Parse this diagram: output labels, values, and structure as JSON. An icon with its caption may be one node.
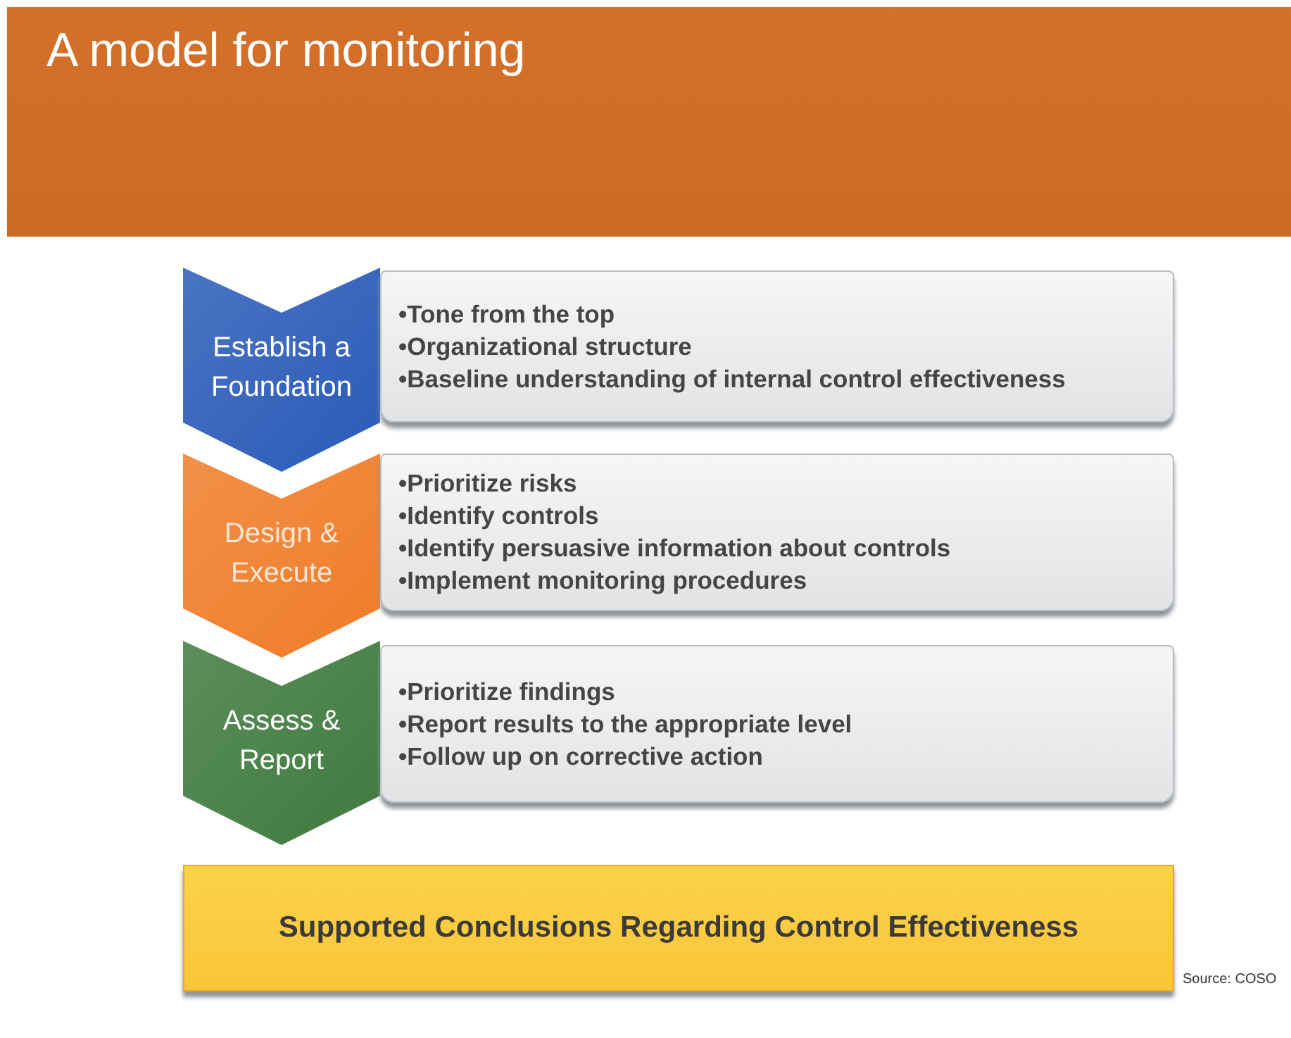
{
  "diagram": {
    "title": "A model for monitoring",
    "nodes": [
      {
        "text": [
          "Establish a Foundation"
        ]
      },
      {
        "text": [
          "•Tone from the top",
          "•Organizational structure",
          "•Baseline understanding of internal control effectiveness"
        ]
      },
      {
        "text": [
          "Design & Execute"
        ]
      },
      {
        "text": [
          "•Prioritize risks",
          "•Identify controls",
          "•Identify persuasive information about controls",
          "•Implement monitoring procedures"
        ]
      },
      {
        "text": [
          "Assess & Report"
        ]
      },
      {
        "text": [
          "•Prioritize findings",
          "•Report results to the appropriate level",
          "•Follow up on corrective action"
        ]
      },
      {
        "text": [
          "Supported Conclusions Regarding Control Effectiveness"
        ]
      }
    ],
    "labels": [
      "Source: COSO"
    ]
  }
}
